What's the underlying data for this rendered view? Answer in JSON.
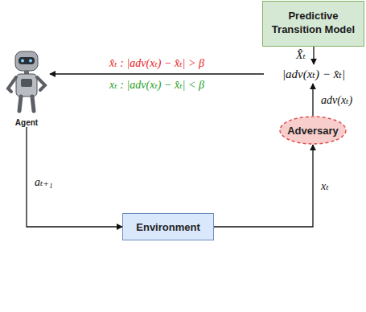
{
  "diagram": {
    "nodes": [
      {
        "text": [
          "Predictive Transition Model"
        ]
      },
      {
        "text": [
          "|adv(xₜ) − x̂ₜ|"
        ]
      },
      {
        "text": [
          "Agent"
        ]
      },
      {
        "text": [
          "Adversary"
        ]
      },
      {
        "text": [
          "Environment"
        ]
      }
    ],
    "edges": [
      {
        "from": 0,
        "to": 1,
        "arrow": "to",
        "label": "X̂ₜ"
      },
      {
        "from": 3,
        "to": 1,
        "arrow": "to",
        "label": "adv(xₜ)"
      },
      {
        "from": 1,
        "to": 2,
        "arrow": "to",
        "label": "x̂ₜ : |adv(xₜ) − x̂ₜ| > β"
      },
      {
        "from": 4,
        "to": 3,
        "arrow": "to",
        "label": "xₜ"
      },
      {
        "from": 2,
        "to": 4,
        "arrow": "to",
        "label": "aₜ₊₁"
      }
    ],
    "labels": [
      "xₜ : |adv(xₜ) − x̂ₜ| < β"
    ]
  }
}
